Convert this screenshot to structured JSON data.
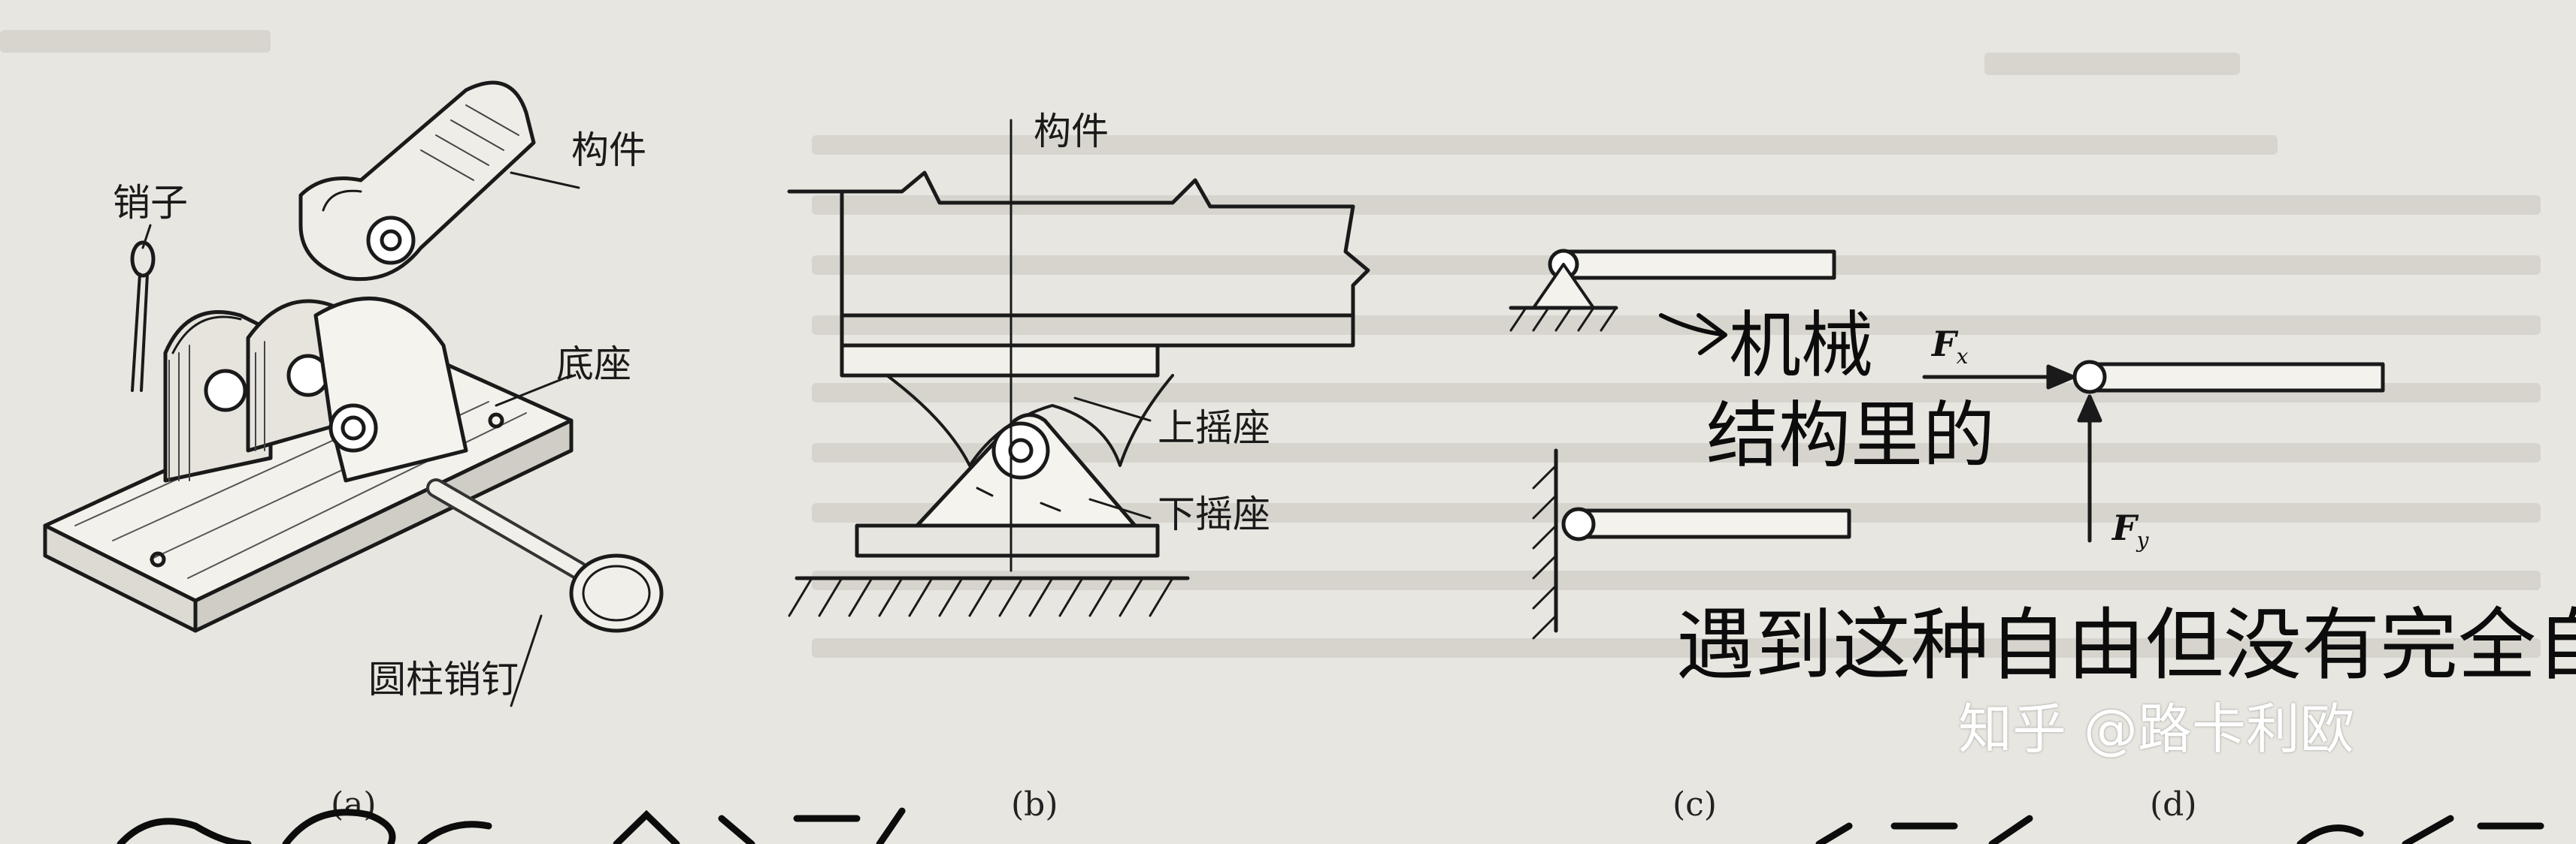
{
  "figure_a": {
    "caption": "(a)",
    "labels": {
      "pin": "销子",
      "member": "构件",
      "base": "底座",
      "cylinder_pin": "圆柱销钉"
    }
  },
  "figure_b": {
    "caption": "(b)",
    "labels": {
      "member": "构件",
      "upper_rocker": "上摇座",
      "lower_rocker": "下摇座"
    }
  },
  "figure_c": {
    "caption": "(c)"
  },
  "figure_d": {
    "caption": "(d)",
    "force_x": {
      "symbol": "F",
      "subscript": "x"
    },
    "force_y": {
      "symbol": "F",
      "subscript": "y"
    }
  },
  "handwriting": {
    "note_line1": "机械",
    "note_line2": "结构里的",
    "note_bottom": "遇到这种自由但没有完全自"
  },
  "watermark": "知乎 @路卡利欧",
  "colors": {
    "paper": "#e8e6e0",
    "ink": "#1a1a1a",
    "faint_text": "#bdbab2"
  }
}
